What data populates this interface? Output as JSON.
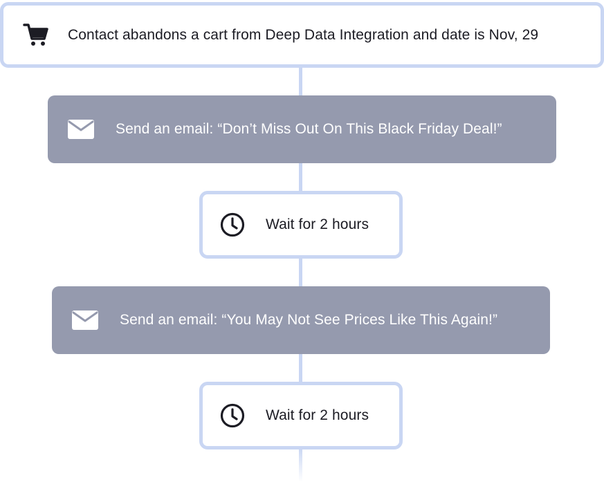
{
  "flow": {
    "trigger": {
      "icon": "shopping-cart-icon",
      "label": "Contact abandons a cart from Deep Data Integration and date is Nov, 29"
    },
    "steps": [
      {
        "type": "action",
        "icon": "envelope-icon",
        "label": "Send an email: “Don’t Miss Out On This Black Friday Deal!”"
      },
      {
        "type": "wait",
        "icon": "clock-icon",
        "label": "Wait for 2 hours"
      },
      {
        "type": "action",
        "icon": "envelope-icon",
        "label": "Send an email: “You May Not See Prices Like This Again!”"
      },
      {
        "type": "wait",
        "icon": "clock-icon",
        "label": "Wait for 2 hours"
      }
    ]
  },
  "colors": {
    "connector": "#c9d6f3",
    "wait_border": "#c9d6f3",
    "action_fill": "#959aae",
    "text_dark": "#1c1c24",
    "text_light": "#ffffff"
  }
}
